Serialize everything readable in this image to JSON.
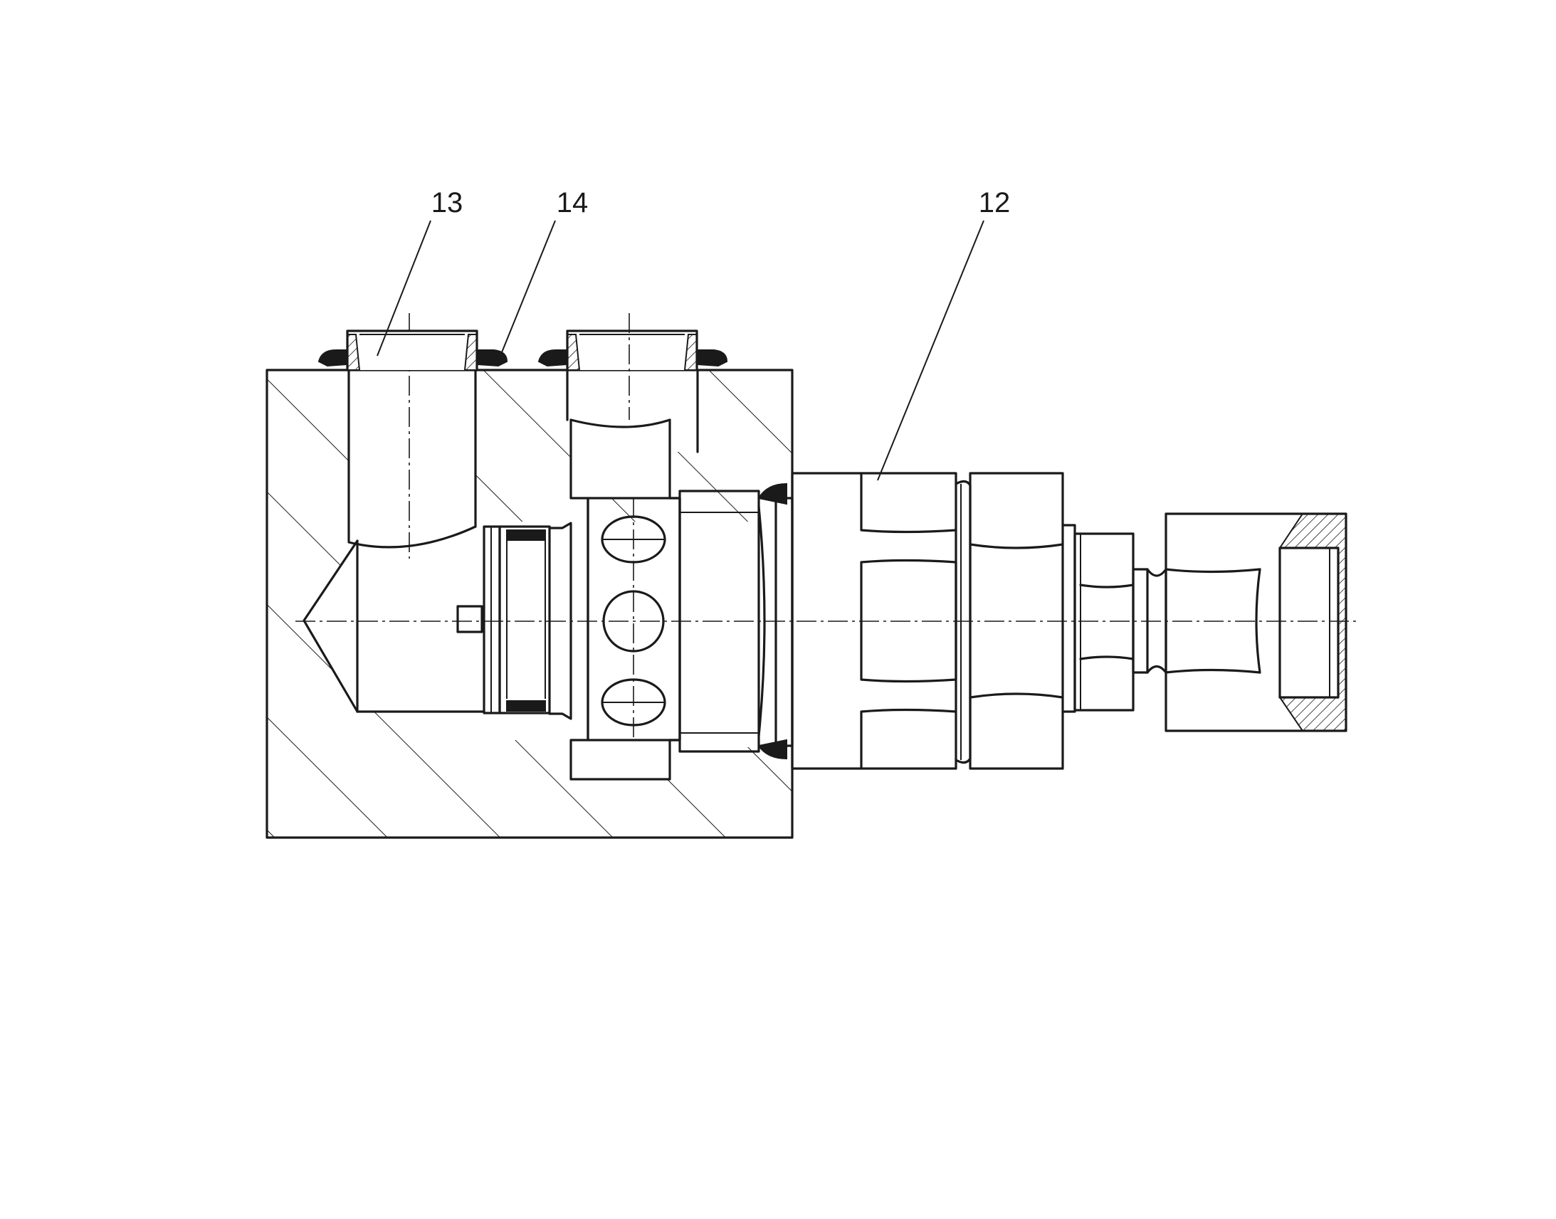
{
  "figure": {
    "labels": [
      {
        "text": "13"
      },
      {
        "text": "14"
      },
      {
        "text": "12"
      }
    ]
  }
}
